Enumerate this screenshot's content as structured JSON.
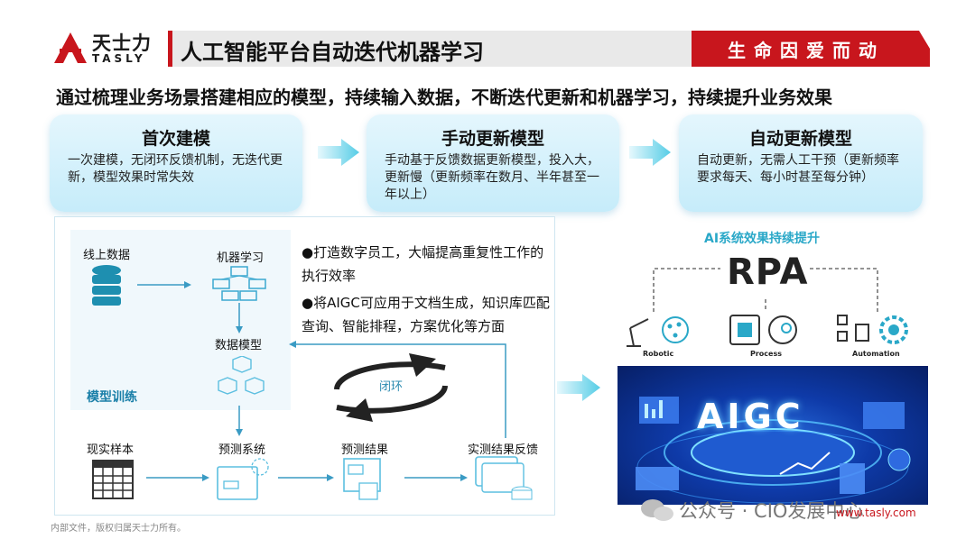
{
  "header": {
    "logo_cn": "天士力",
    "logo_en": "TASLY",
    "title": "人工智能平台自动迭代机器学习",
    "slogan": "生命因爱而动"
  },
  "subtitle": "通过梳理业务场景搭建相应的模型，持续输入数据，不断迭代更新和机器学习，持续提升业务效果",
  "cards": [
    {
      "title": "首次建模",
      "desc": "一次建模，无闭环反馈机制，无迭代更新，模型效果时常失效"
    },
    {
      "title": "手动更新模型",
      "desc": "手动基于反馈数据更新模型，投入大，更新慢（更新频率在数月、半年甚至一年以上）"
    },
    {
      "title": "自动更新模型",
      "desc": "自动更新，无需人工干预（更新频率要求每天、每小时甚至每分钟）"
    }
  ],
  "flow": {
    "online_data": "线上数据",
    "machine_learning": "机器学习",
    "data_model": "数据模型",
    "model_training": "模型训练",
    "real_samples": "现实样本",
    "prediction_system": "预测系统",
    "prediction_result": "预测结果",
    "feedback": "实测结果反馈",
    "loop": "闭环"
  },
  "bullets": [
    "●打造数字员工，大幅提高重复性工作的执行效率",
    "●将AIGC可应用于文档生成，知识库匹配查询、智能排程，方案优化等方面"
  ],
  "right": {
    "ai_title": "AI系统效果持续提升",
    "rpa": "RPA",
    "icons": [
      "Robotic",
      "Process",
      "Automation"
    ],
    "aigc": "AIGC"
  },
  "footer": {
    "note": "内部文件，版权归属天士力所有。",
    "watermark": "公众号 · CIO发展中心",
    "website": "www.tasly.com"
  },
  "colors": {
    "brand_red": "#c8161d",
    "accent_cyan": "#2aa8c8",
    "card_blue": "#c6ecfa"
  }
}
